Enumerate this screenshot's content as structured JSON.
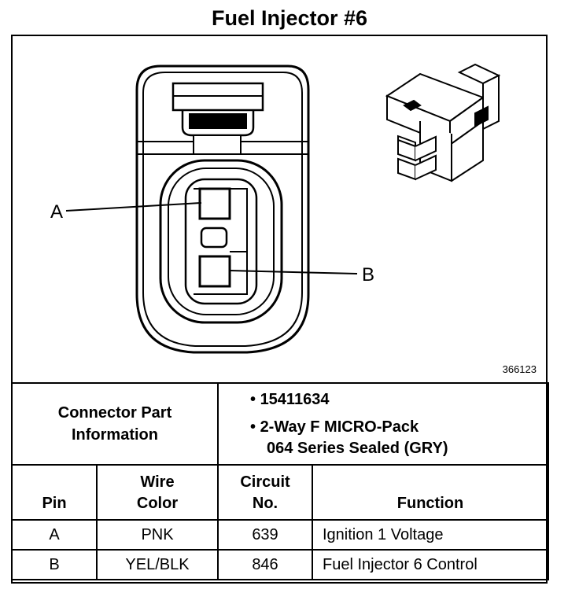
{
  "title": "Fuel Injector #6",
  "figure_id": "366123",
  "pin_labels": {
    "a": "A",
    "b": "B"
  },
  "connector_part_information": {
    "label_line1": "Connector Part",
    "label_line2": "Information",
    "part_number": "15411634",
    "description_line1": "2-Way F MICRO-Pack",
    "description_line2": "064 Series Sealed (GRY)"
  },
  "table": {
    "headers": {
      "pin": "Pin",
      "wire_color_line1": "Wire",
      "wire_color_line2": "Color",
      "circuit_line1": "Circuit",
      "circuit_line2": "No.",
      "function": "Function"
    },
    "rows": [
      {
        "pin": "A",
        "wire_color": "PNK",
        "circuit": "639",
        "function": "Ignition 1 Voltage"
      },
      {
        "pin": "B",
        "wire_color": "YEL/BLK",
        "circuit": "846",
        "function": "Fuel Injector 6 Control"
      }
    ]
  }
}
